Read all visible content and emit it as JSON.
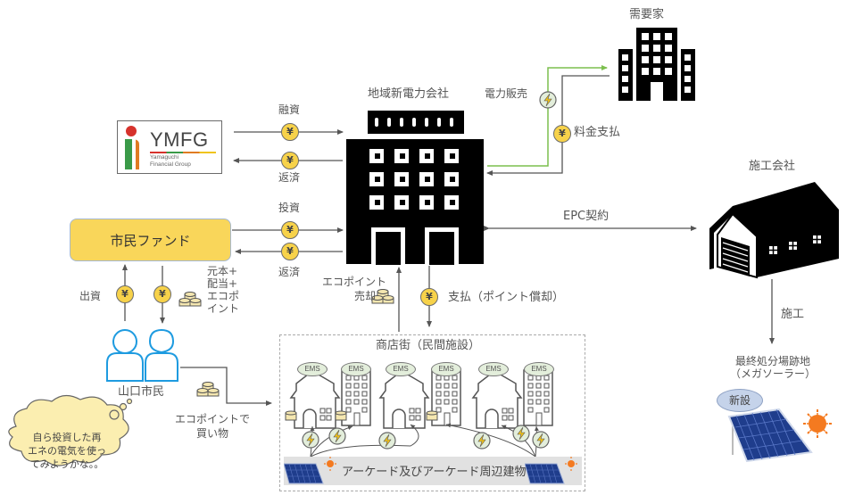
{
  "diagram": {
    "nodes": {
      "power_company": {
        "label": "地域新電力会社",
        "icon": "office-building-icon"
      },
      "consumer": {
        "label": "需要家",
        "icon": "city-buildings-icon"
      },
      "bank": {
        "logo_text": "YMFG",
        "logo_sub_line1": "Yamaguchi",
        "logo_sub_line2": "Financial  Group",
        "icon": "ymfg-logo"
      },
      "citizen_fund": {
        "label": "市民ファンド"
      },
      "citizens": {
        "label": "山口市民",
        "icon": "people-icon"
      },
      "contractor": {
        "label": "施工会社",
        "icon": "warehouse-icon"
      },
      "landfill_site": {
        "line1": "最終処分場跡地",
        "line2": "（メガソーラー）",
        "badge": "新設",
        "icon": "solar-panel-icon"
      },
      "shopping_street": {
        "label": "商店街（民間施設）",
        "ems_label": "EMS",
        "arcade_label": "アーケード及びアーケード周辺建物"
      }
    },
    "flows": {
      "financing": "融資",
      "repayment_bank": "返済",
      "investment": "投資",
      "repayment_fund": "返済",
      "power_sale": "電力販売",
      "fee_payment": "料金支払",
      "epc_contract": "EPC契約",
      "construction": "施工",
      "contribution": "出資",
      "returns_lines": [
        "元本+",
        "配当+",
        "エコポ",
        "イント"
      ],
      "ecopoint_sale_lines": [
        "エコポイント",
        "売却"
      ],
      "payment_points": "支払（ポイント償却）",
      "shopping_lines": [
        "エコポイントで",
        "買い物"
      ]
    },
    "thought_bubble_lines": [
      "自ら投資した再",
      "エネの電気を使っ",
      "てみようかな。。"
    ],
    "coin_symbol": "¥",
    "colors": {
      "coin": "#f7d24a",
      "fund_box": "#f9d65a",
      "power_line": "#7cbf4e",
      "citizen_outline": "#1e9be0",
      "ems_fill": "#e3eedb",
      "thought_bubble": "#fbeeb0",
      "sun": "#f47a20",
      "solar_panel": "#1f3d8c"
    }
  }
}
